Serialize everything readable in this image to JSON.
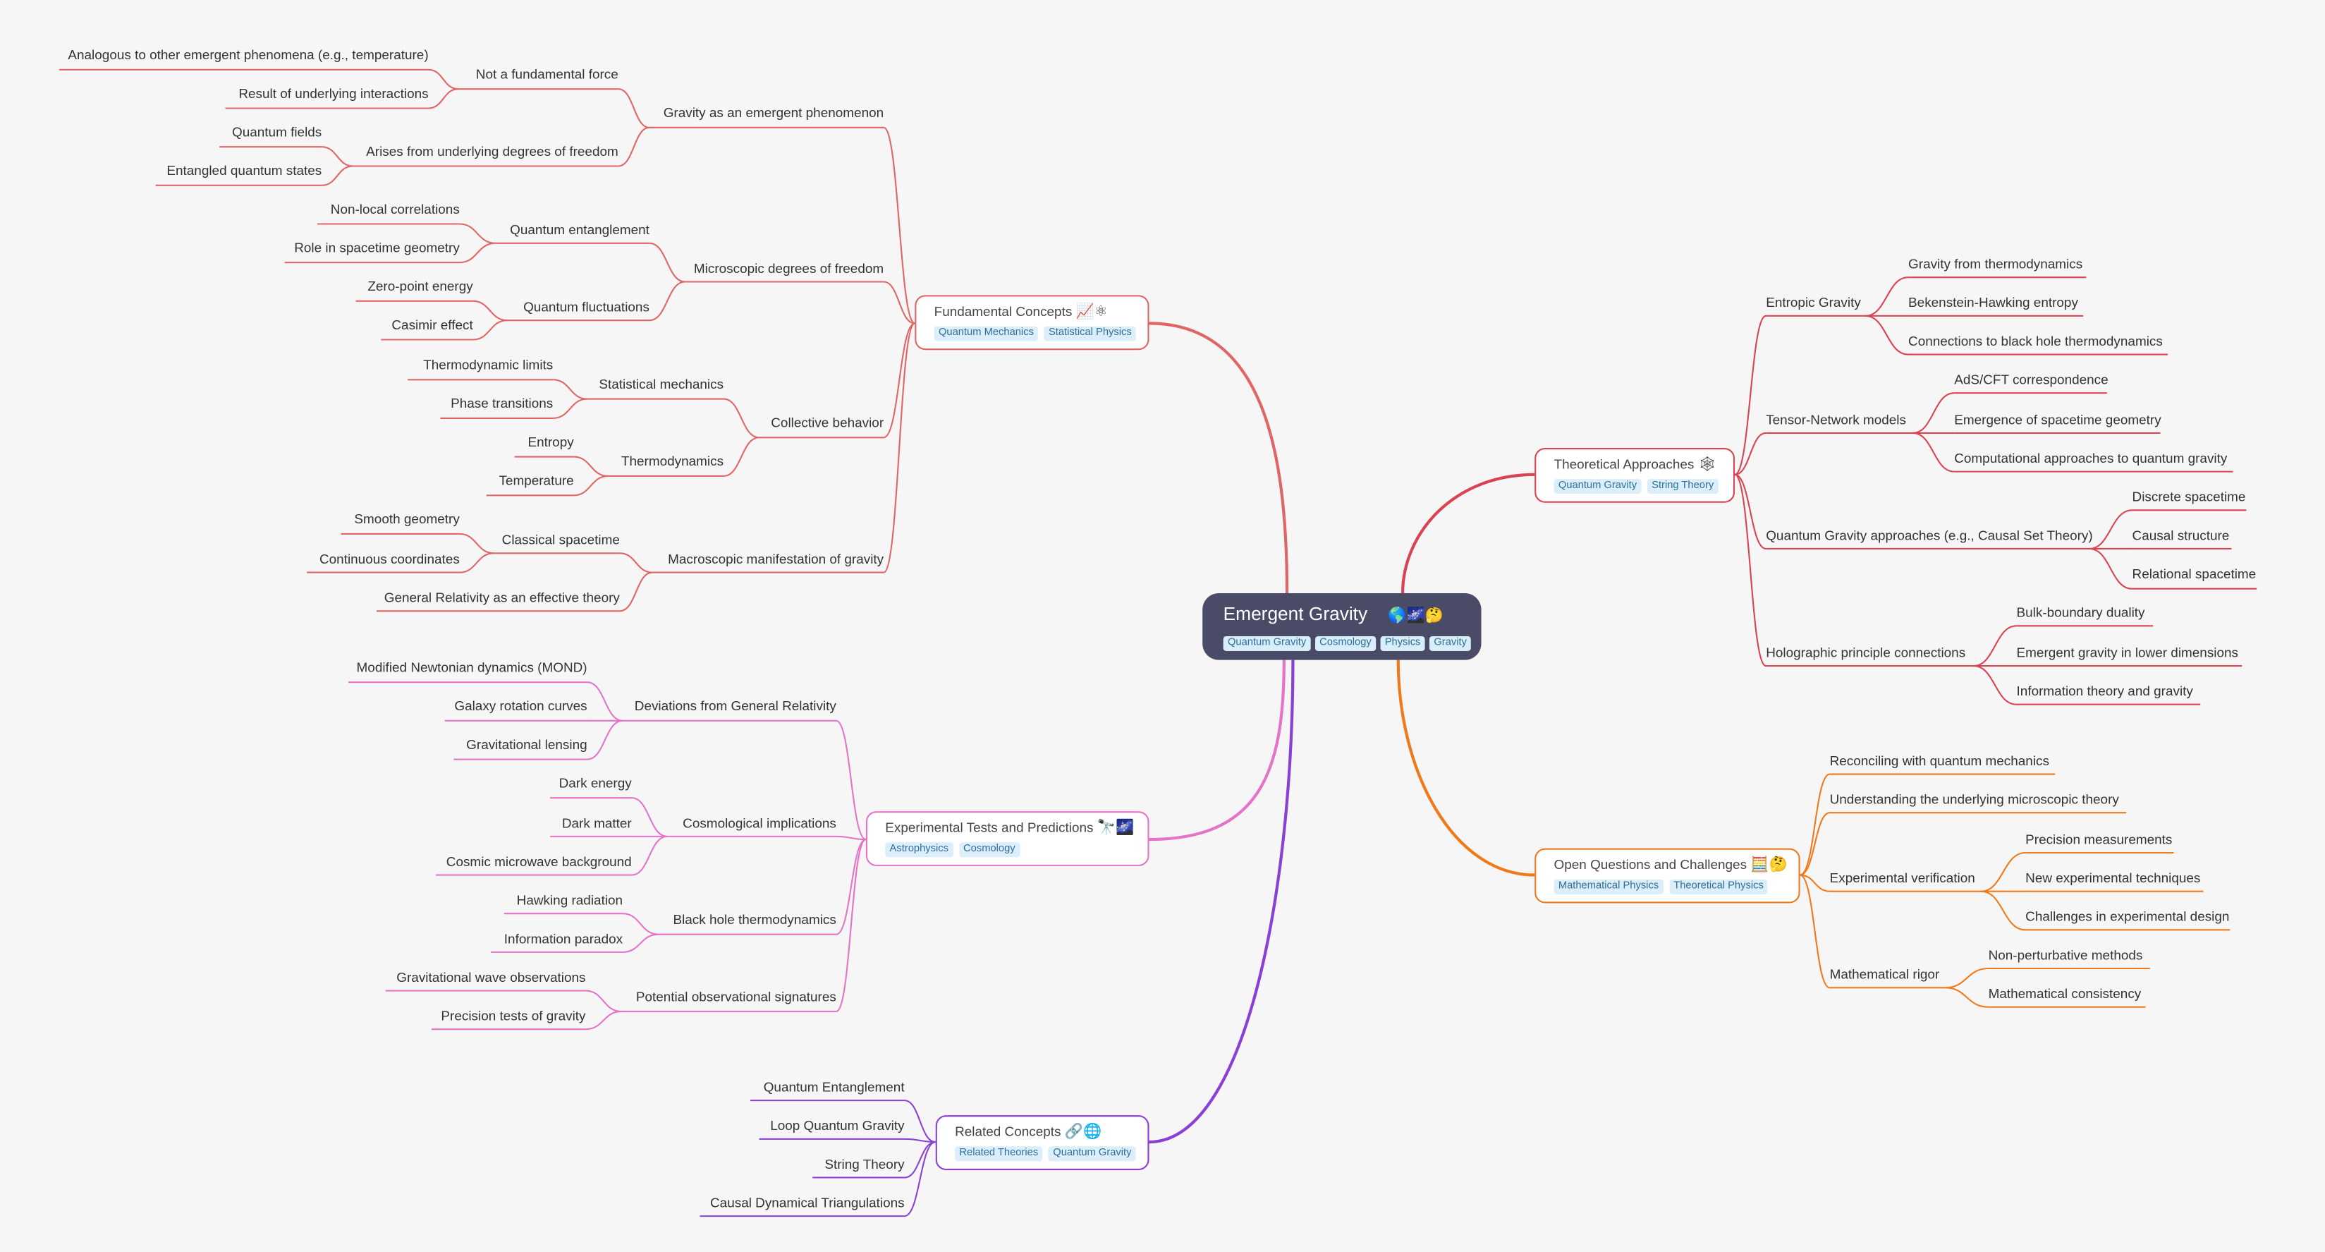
{
  "root": {
    "title": "Emergent Gravity",
    "emoji": "🌎🌌🤔",
    "tags": [
      "Quantum Gravity",
      "Cosmology",
      "Physics",
      "Gravity"
    ]
  },
  "fundamental": {
    "title": "Fundamental Concepts",
    "emoji": "📈⚛",
    "tags": [
      "Quantum Mechanics",
      "Statistical Physics"
    ],
    "color": "#e06666",
    "groups": [
      {
        "label": "Gravity as an emergent phenomenon",
        "subs": [
          {
            "label": "Not a fundamental force",
            "items": [
              "Analogous to other emergent phenomena (e.g., temperature)",
              "Result of underlying interactions"
            ]
          },
          {
            "label": "Arises from underlying degrees of freedom",
            "items": [
              "Quantum fields",
              "Entangled quantum states"
            ]
          }
        ]
      },
      {
        "label": "Microscopic degrees of freedom",
        "subs": [
          {
            "label": "Quantum entanglement",
            "items": [
              "Non-local correlations",
              "Role in spacetime geometry"
            ]
          },
          {
            "label": "Quantum fluctuations",
            "items": [
              "Zero-point energy",
              "Casimir effect"
            ]
          }
        ]
      },
      {
        "label": "Collective behavior",
        "subs": [
          {
            "label": "Statistical mechanics",
            "items": [
              "Thermodynamic limits",
              "Phase transitions"
            ]
          },
          {
            "label": "Thermodynamics",
            "items": [
              "Entropy",
              "Temperature"
            ]
          }
        ]
      },
      {
        "label": "Macroscopic manifestation of gravity",
        "subs": [
          {
            "label": "Classical spacetime",
            "items": [
              "Smooth geometry",
              "Continuous coordinates"
            ]
          }
        ],
        "extra": "General Relativity as an effective theory"
      }
    ]
  },
  "experimental": {
    "title": "Experimental Tests and Predictions",
    "emoji": "🔭🌌",
    "tags": [
      "Astrophysics",
      "Cosmology"
    ],
    "color": "#e573c8",
    "groups": [
      {
        "label": "Deviations from General Relativity",
        "items": [
          "Modified Newtonian dynamics (MOND)",
          "Galaxy rotation curves",
          "Gravitational lensing"
        ]
      },
      {
        "label": "Cosmological implications",
        "items": [
          "Dark energy",
          "Dark matter",
          "Cosmic microwave background"
        ]
      },
      {
        "label": "Black hole thermodynamics",
        "items": [
          "Hawking radiation",
          "Information paradox"
        ]
      },
      {
        "label": "Potential observational signatures",
        "items": [
          "Gravitational wave observations",
          "Precision tests of gravity"
        ]
      }
    ]
  },
  "related": {
    "title": "Related Concepts",
    "emoji": "🔗🌐",
    "tags": [
      "Related Theories",
      "Quantum Gravity"
    ],
    "color": "#8a3fd6",
    "items": [
      "Quantum Entanglement",
      "Loop Quantum Gravity",
      "String Theory",
      "Causal Dynamical Triangulations"
    ]
  },
  "theoretical": {
    "title": "Theoretical Approaches",
    "emoji": "🕸",
    "tags": [
      "Quantum Gravity",
      "String Theory"
    ],
    "color": "#d94452",
    "groups": [
      {
        "label": "Entropic Gravity",
        "items": [
          "Gravity from thermodynamics",
          "Bekenstein-Hawking entropy",
          "Connections to black hole thermodynamics"
        ]
      },
      {
        "label": "Tensor-Network models",
        "items": [
          "AdS/CFT correspondence",
          "Emergence of spacetime geometry",
          "Computational approaches to quantum gravity"
        ]
      },
      {
        "label": "Quantum Gravity approaches (e.g., Causal Set Theory)",
        "items": [
          "Discrete spacetime",
          "Causal structure",
          "Relational spacetime"
        ]
      },
      {
        "label": "Holographic principle connections",
        "items": [
          "Bulk-boundary duality",
          "Emergent gravity in lower dimensions",
          "Information theory and gravity"
        ]
      }
    ]
  },
  "open": {
    "title": "Open Questions and Challenges",
    "emoji": "🧮🤔",
    "tags": [
      "Mathematical Physics",
      "Theoretical Physics"
    ],
    "color": "#f07a1a",
    "groups": [
      {
        "label": "Reconciling with quantum mechanics",
        "items": []
      },
      {
        "label": "Understanding the underlying microscopic theory",
        "items": []
      },
      {
        "label": "Experimental verification",
        "items": [
          "Precision measurements",
          "New experimental techniques",
          "Challenges in experimental design"
        ]
      },
      {
        "label": "Mathematical rigor",
        "items": [
          "Non-perturbative methods",
          "Mathematical consistency"
        ]
      }
    ]
  }
}
